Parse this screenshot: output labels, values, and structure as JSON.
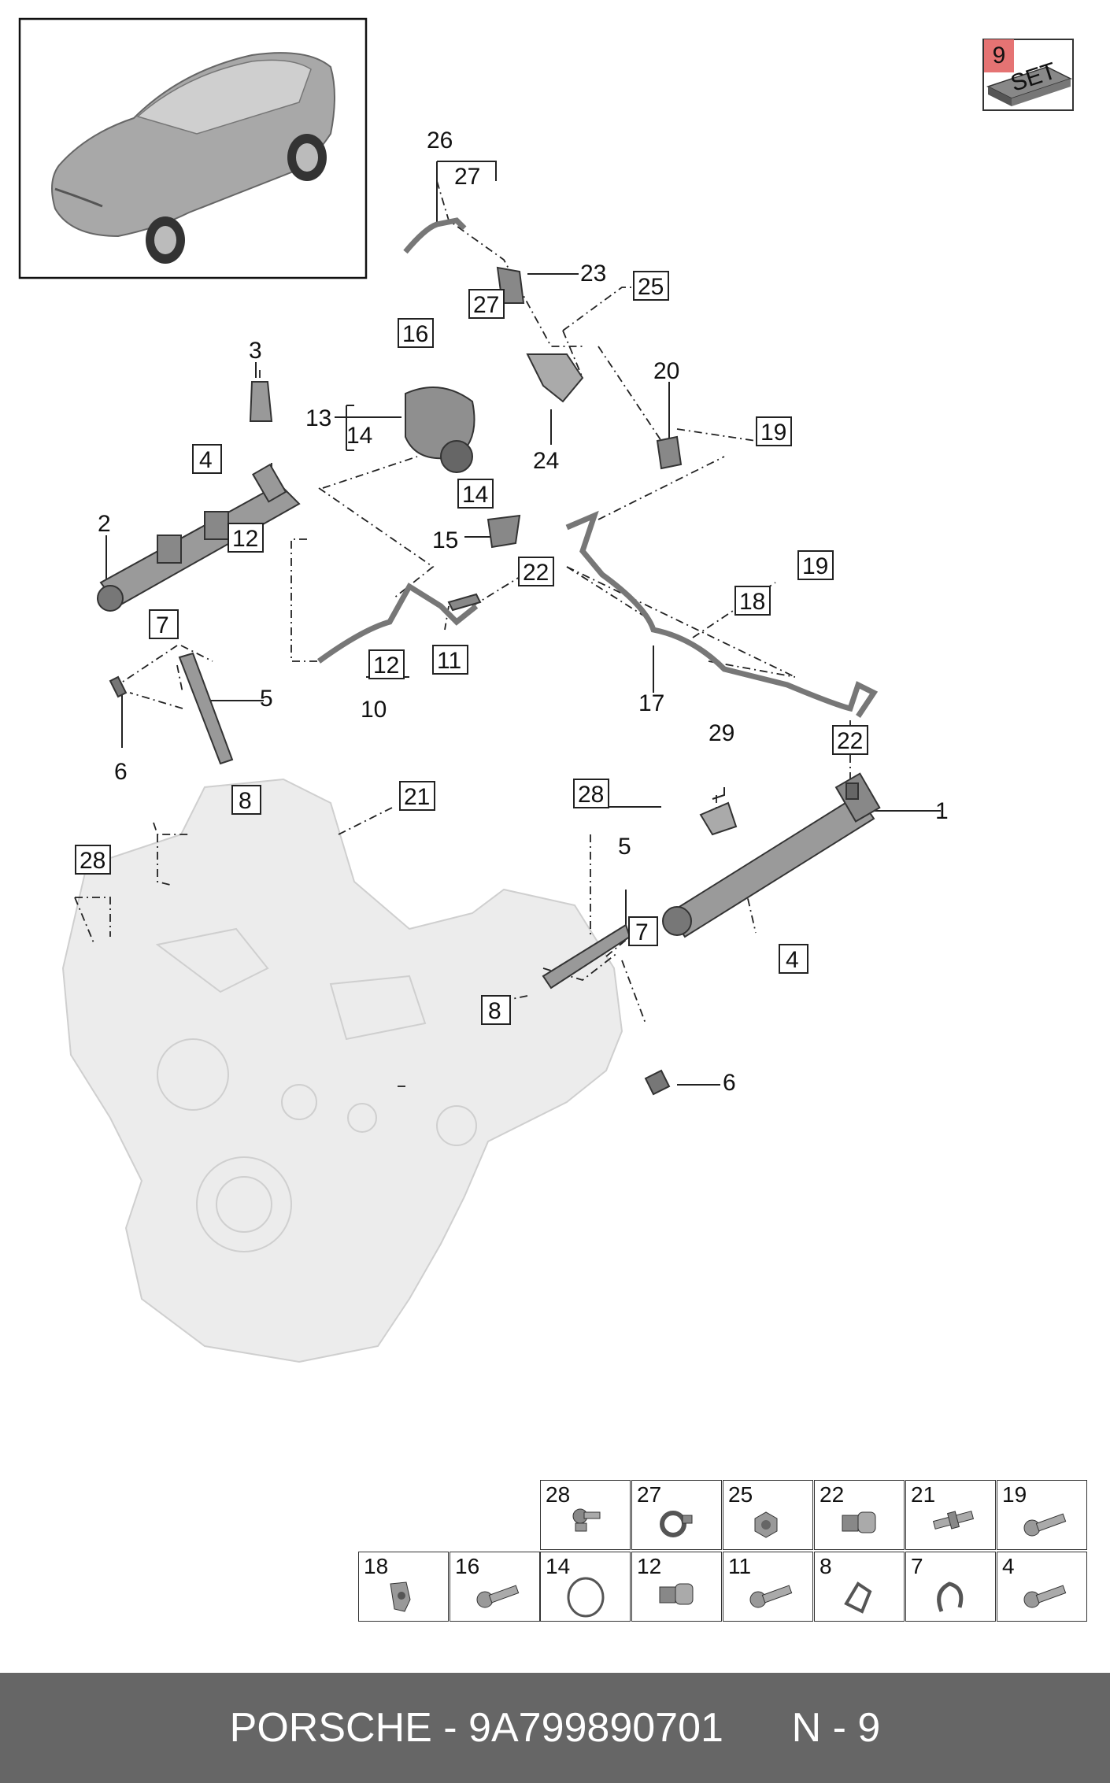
{
  "callouts": {
    "c1": "1",
    "c2": "2",
    "c3": "3",
    "c4a": "4",
    "c4b": "4",
    "c5a": "5",
    "c5b": "5",
    "c6a": "6",
    "c6b": "6",
    "c7a": "7",
    "c7b": "7",
    "c8a": "8",
    "c8b": "8",
    "c9": "9",
    "c10": "10",
    "c11": "11",
    "c12a": "12",
    "c12b": "12",
    "c13": "13",
    "c14a": "14",
    "c14b": "14",
    "c15": "15",
    "c16": "16",
    "c17": "17",
    "c18": "18",
    "c19a": "19",
    "c19b": "19",
    "c20": "20",
    "c21": "21",
    "c22a": "22",
    "c22b": "22",
    "c23": "23",
    "c24": "24",
    "c25": "25",
    "c26": "26",
    "c27a": "27",
    "c27b": "27",
    "c28a": "28",
    "c28b": "28",
    "c29": "29"
  },
  "set_badge": {
    "number": "9",
    "text": "SET"
  },
  "parts_table": {
    "row1": [
      "28",
      "27",
      "25",
      "22",
      "21",
      "19"
    ],
    "row2": [
      "18",
      "16",
      "14",
      "12",
      "11",
      "8",
      "7",
      "4"
    ]
  },
  "footer": {
    "brand": "PORSCHE",
    "separator": " - ",
    "part_number": "9A799890701",
    "page": "N - 9"
  },
  "colors": {
    "footer_bg": "#666666",
    "set_highlight": "#e57373",
    "engine_fill": "#ececec"
  }
}
